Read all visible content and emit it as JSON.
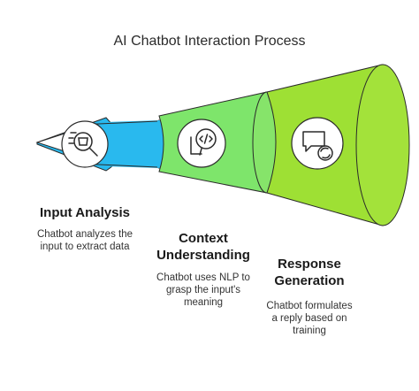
{
  "title": "AI Chatbot Interaction Process",
  "colors": {
    "stage1": "#29b9ee",
    "stage2": "#7ee56b",
    "stage3": "#9ee034",
    "outline": "#2a2a2a"
  },
  "stages": [
    {
      "heading": "Input Analysis",
      "desc_line1": "Chatbot analyzes the",
      "desc_line2": "input to extract data",
      "icon": "magnifier-icon"
    },
    {
      "heading_line1": "Context",
      "heading_line2": "Understanding",
      "desc_line1": "Chatbot uses NLP to",
      "desc_line2": "grasp the input's",
      "desc_line3": "meaning",
      "icon": "code-chat-icon"
    },
    {
      "heading_line1": "Response",
      "heading_line2": "Generation",
      "desc_line1": "Chatbot formulates",
      "desc_line2": "a reply based on",
      "desc_line3": "training",
      "icon": "reply-refresh-icon"
    }
  ]
}
